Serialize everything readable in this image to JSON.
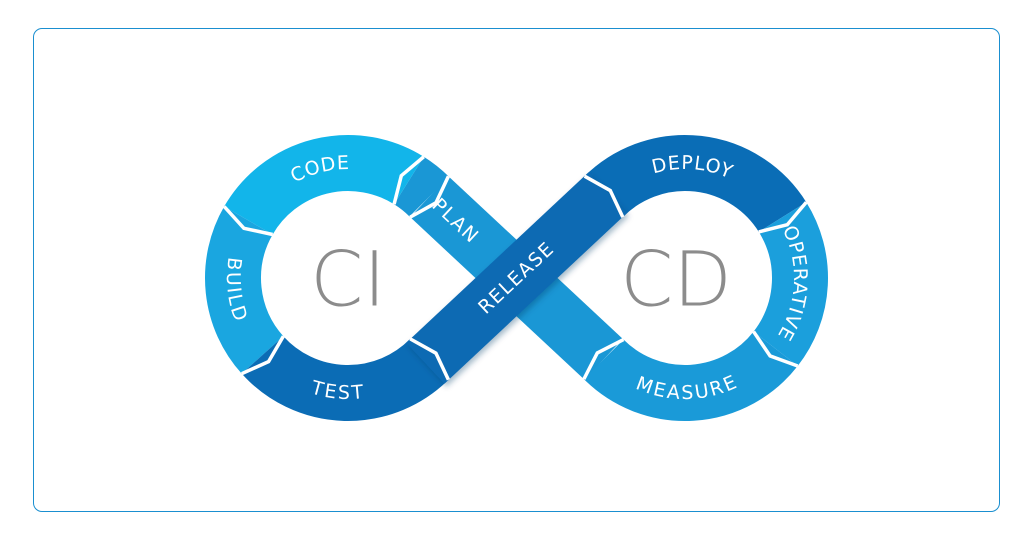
{
  "hubs": {
    "left": "CI",
    "right": "CD"
  },
  "stages": {
    "plan": "PLAN",
    "code": "CODE",
    "build": "BUILD",
    "test": "TEST",
    "release": "RELEASE",
    "deploy": "DEPLOY",
    "operative": "OPERATIVE",
    "measure": "MEASURE"
  },
  "colors": {
    "border": "#1a8fd0",
    "code": "#12b5ea",
    "build": "#1aa6e0",
    "plan": "#1a97d5",
    "test": "#0b6cb5",
    "release": "#0a6ab3",
    "deploy": "#0a6db6",
    "operative": "#1b9fdc",
    "measure": "#1a9ad8",
    "hub_text": "#8c8c8c"
  }
}
